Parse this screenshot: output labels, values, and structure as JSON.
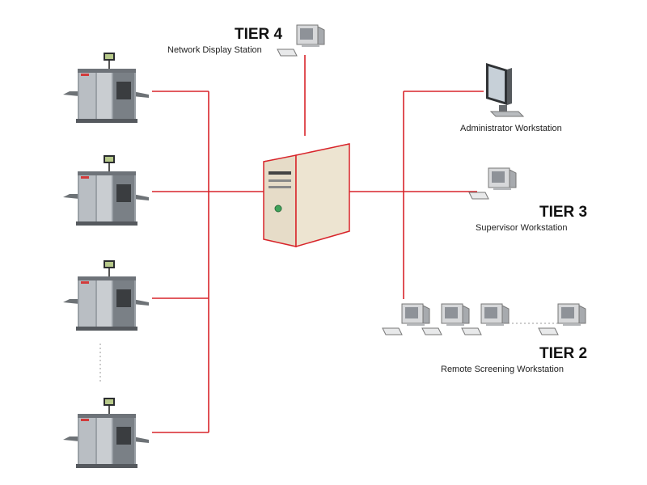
{
  "tier4": {
    "title": "TIER 4",
    "label": "Network Display Station"
  },
  "admin": {
    "label": "Administrator Workstation"
  },
  "tier3": {
    "title": "TIER 3",
    "label": "Supervisor Workstation"
  },
  "tier2": {
    "title": "TIER 2",
    "label": "Remote Screening Workstation"
  },
  "colors": {
    "link": "#d8252b",
    "server": "#efe6d4",
    "machine": "#8e9399"
  }
}
